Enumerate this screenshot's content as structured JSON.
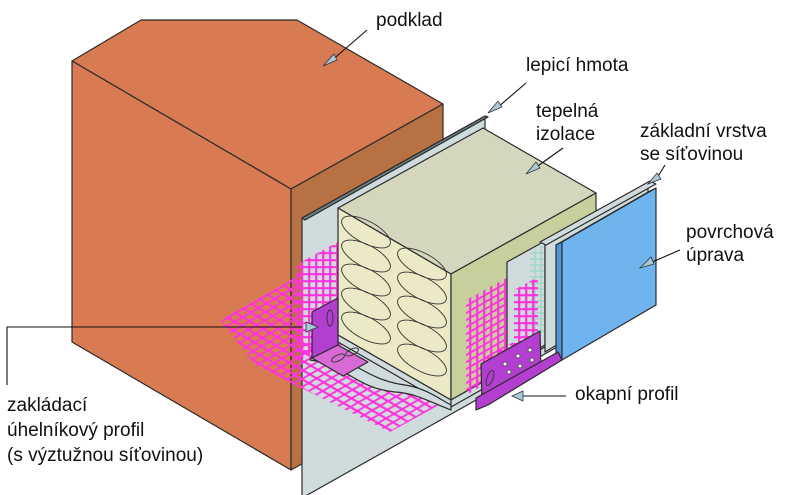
{
  "diagram": {
    "title": "Skladba kontaktního zateplovacího systému",
    "colors": {
      "substrate_front": "#d97b52",
      "substrate_side": "#b87143",
      "adhesive": "#cfdbdc",
      "insulation_top": "#d4d7bd",
      "insulation_side": "#c7cf9c",
      "insulation_front": "#ebe9c6",
      "mesh": "#ff33dd",
      "profile": "#b23fd0",
      "base_coat": "#d4dfe0",
      "finish": "#6fb3ef",
      "arrow_fill": "#a9c9d6"
    },
    "labels": {
      "substrate": "podklad",
      "adhesive": "lepicí hmota",
      "insulation_line1": "tepelná",
      "insulation_line2": "izolace",
      "base_coat_line1": "základní vrstva",
      "base_coat_line2": "se síťovinou",
      "finish_line1": "povrchová",
      "finish_line2": "úprava",
      "drip_profile": "okapní profil",
      "start_profile_line1": "zakládací",
      "start_profile_line2": "úhelníkový profil",
      "start_profile_line3": "(s výztužnou síťovinou)"
    }
  }
}
